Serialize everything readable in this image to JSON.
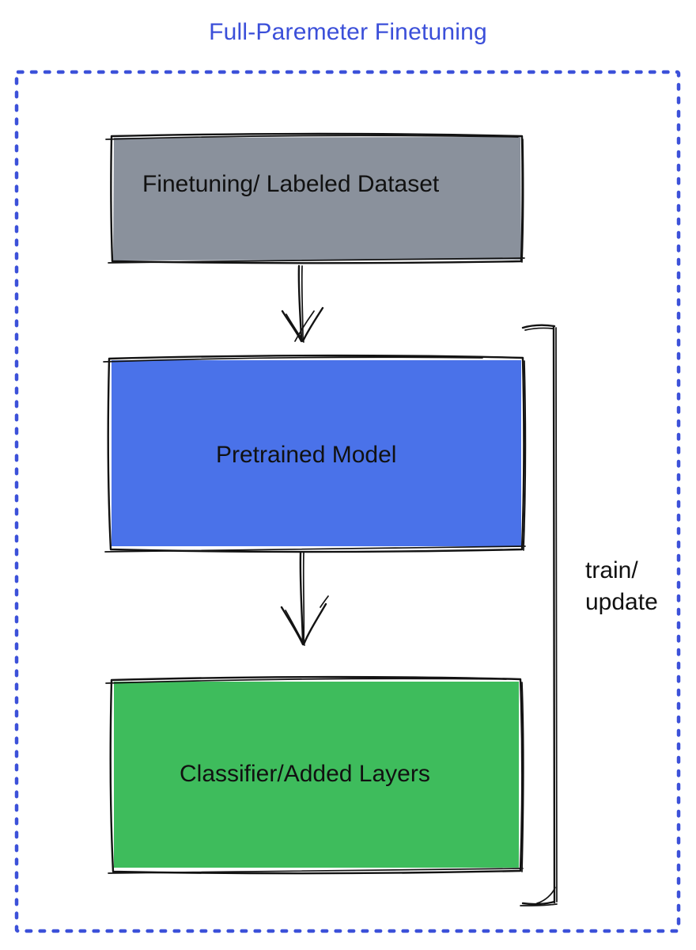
{
  "title": "Full-Paremeter Finetuning",
  "colors": {
    "accent_blue": "#3B4FD9",
    "border_dots": "#3C51D9",
    "node_gray": "#8A919C",
    "node_blue": "#4A72E9",
    "node_green": "#3EBC5C",
    "stroke": "#131313",
    "text": "#111111"
  },
  "nodes": [
    {
      "id": "finetuning-dataset",
      "label": "Finetuning/ Labeled Dataset"
    },
    {
      "id": "pretrained-model",
      "label": "Pretrained Model"
    },
    {
      "id": "classifier-added-layers",
      "label": "Classifier/Added Layers"
    }
  ],
  "edges": [
    {
      "from": "finetuning-dataset",
      "to": "pretrained-model"
    },
    {
      "from": "pretrained-model",
      "to": "classifier-added-layers"
    }
  ],
  "bracket": {
    "line1": "train/",
    "line2": "update"
  }
}
